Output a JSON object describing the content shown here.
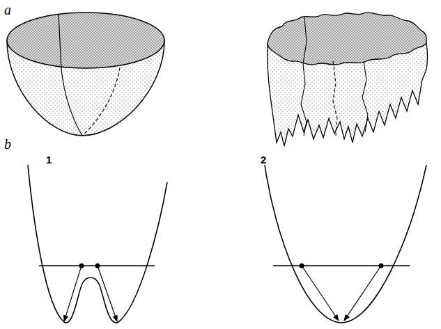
{
  "diagram": {
    "labels": [
      "a",
      "b",
      "1",
      "2"
    ]
  }
}
